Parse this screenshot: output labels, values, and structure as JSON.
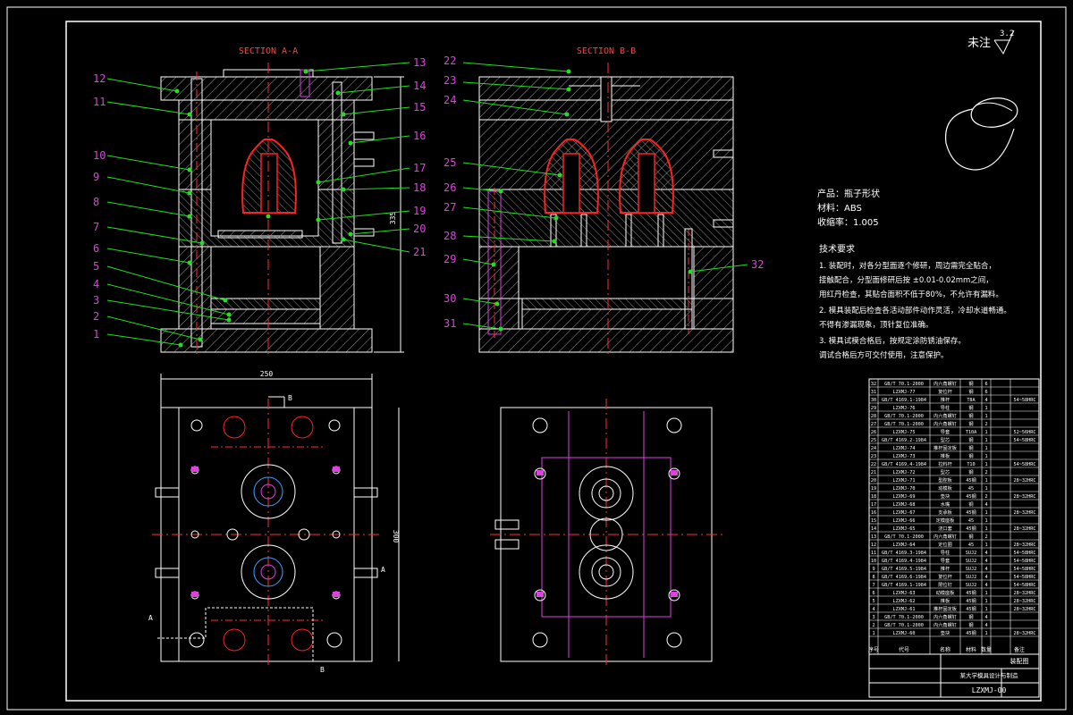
{
  "sections": {
    "a": "SECTION A-A",
    "b": "SECTION B-B"
  },
  "roughness": {
    "label": "未注",
    "value": "3.2"
  },
  "callouts_left": [
    "1",
    "2",
    "3",
    "4",
    "5",
    "6",
    "7",
    "8",
    "9",
    "10",
    "11",
    "12"
  ],
  "callouts_mid": [
    "13",
    "14",
    "15",
    "16",
    "17",
    "18",
    "19",
    "20",
    "21"
  ],
  "callouts_right_l": [
    "22",
    "23",
    "24",
    "25",
    "26",
    "27",
    "28",
    "29",
    "30",
    "31"
  ],
  "callout_32": "32",
  "dimensions": {
    "height": "335",
    "width": "250",
    "plate_height": "300"
  },
  "view_marks": {
    "b": "B",
    "a": "A"
  },
  "product": {
    "name": "产品：瓶子形状",
    "material": "材料：ABS",
    "shrink": "收缩率：1.005"
  },
  "tech": {
    "title": "技术要求",
    "items": [
      "1. 装配时，对各分型面逐个修研，周边需完全贴合，",
      "接触配合，分型面修研后按 ±0.01-0.02mm之间，",
      "用红丹检查，其贴合面积不低于80%，不允许有漏料。",
      "2. 模具装配后检查各活动部件动作灵活，冷却水道畅通。",
      "不得有渗漏现象，顶针复位准确。",
      "3. 模具试模合格后，按规定涂防锈油保存。",
      "调试合格后方可交付使用，注意保护。"
    ]
  },
  "bom": {
    "rows": [
      [
        "32",
        "GB/T 70.1-2000",
        "内六角螺钉",
        "钢",
        "6",
        ""
      ],
      [
        "31",
        "LZXMJ-77",
        "复位杆",
        "钢",
        "6",
        ""
      ],
      [
        "30",
        "GB/T 4169.1-1984",
        "推杆",
        "T8A",
        "4",
        "54~58HRC"
      ],
      [
        "29",
        "LZXMJ-76",
        "导柱",
        "钢",
        "1",
        ""
      ],
      [
        "28",
        "GB/T 70.1-2000",
        "内六角螺钉",
        "钢",
        "1",
        ""
      ],
      [
        "27",
        "GB/T 70.1-2000",
        "内六角螺钉",
        "钢",
        "2",
        ""
      ],
      [
        "26",
        "LZXMJ-75",
        "导套",
        "T10A",
        "1",
        "52~56HRC"
      ],
      [
        "25",
        "GB/T 4169.2-1984",
        "型芯",
        "钢",
        "1",
        "54~58HRC"
      ],
      [
        "24",
        "LZXMJ-74",
        "推杆固定板",
        "钢",
        "1",
        ""
      ],
      [
        "23",
        "LZXMJ-73",
        "推板",
        "钢",
        "1",
        ""
      ],
      [
        "22",
        "GB/T 4169.4-1984",
        "拉料杆",
        "T10",
        "1",
        "54~58HRC"
      ],
      [
        "21",
        "LZXMJ-72",
        "型芯",
        "钢",
        "2",
        ""
      ],
      [
        "20",
        "LZXMJ-71",
        "型腔板",
        "45钢",
        "1",
        "28~32HRC"
      ],
      [
        "19",
        "LZXMJ-70",
        "动模板",
        "45",
        "1",
        ""
      ],
      [
        "18",
        "LZXMJ-69",
        "垫块",
        "45钢",
        "2",
        "28~32HRC"
      ],
      [
        "17",
        "LZXMJ-68",
        "水嘴",
        "铜",
        "4",
        ""
      ],
      [
        "16",
        "LZXMJ-67",
        "支承板",
        "45钢",
        "1",
        "28~32HRC"
      ],
      [
        "15",
        "LZXMJ-66",
        "定模座板",
        "45",
        "1",
        ""
      ],
      [
        "14",
        "LZXMJ-65",
        "浇口套",
        "45钢",
        "1",
        "28~32HRC"
      ],
      [
        "13",
        "GB/T 70.1-2000",
        "内六角螺钉",
        "钢",
        "2",
        ""
      ],
      [
        "12",
        "LZXMJ-64",
        "定位圈",
        "45",
        "1",
        "28~32HRC"
      ],
      [
        "11",
        "GB/T 4169.3-1984",
        "导柱",
        "SUJ2",
        "4",
        "54~58HRC"
      ],
      [
        "10",
        "GB/T 4169.4-1984",
        "导套",
        "SUJ2",
        "4",
        "54~58HRC"
      ],
      [
        "9",
        "GB/T 4169.5-1984",
        "推杆",
        "SUJ2",
        "4",
        "54~58HRC"
      ],
      [
        "8",
        "GB/T 4169.6-1984",
        "复位杆",
        "SUJ2",
        "4",
        "54~58HRC"
      ],
      [
        "7",
        "GB/T 4169.1-1984",
        "限位钉",
        "SUJ2",
        "4",
        "54~58HRC"
      ],
      [
        "6",
        "LZXMJ-63",
        "动模座板",
        "45钢",
        "1",
        "28~32HRC"
      ],
      [
        "5",
        "LZXMJ-62",
        "推板",
        "45钢",
        "1",
        "28~32HRC"
      ],
      [
        "4",
        "LZXMJ-61",
        "推杆固定板",
        "45钢",
        "1",
        "28~32HRC"
      ],
      [
        "3",
        "GB/T 70.1-2000",
        "内六角螺钉",
        "钢",
        "4",
        ""
      ],
      [
        "2",
        "GB/T 70.1-2000",
        "内六角螺钉",
        "钢",
        "4",
        ""
      ],
      [
        "1",
        "LZXMJ-60",
        "垫块",
        "45钢",
        "1",
        "28~32HRC"
      ]
    ],
    "header": [
      "序号",
      "代号",
      "名称",
      "材料",
      "数量",
      "备注"
    ],
    "assembly": "装配图",
    "school": "某大学模具设计与制造",
    "drawing_no": "LZXMJ-00"
  },
  "colors": {
    "bg": "#000000",
    "line": "#ffffff",
    "part": "#c8c8c8",
    "cavity": "#ff2020",
    "leader": "#20e020",
    "label": "#e040e0",
    "center": "#ff3030",
    "cyan": "#40a0ff"
  }
}
